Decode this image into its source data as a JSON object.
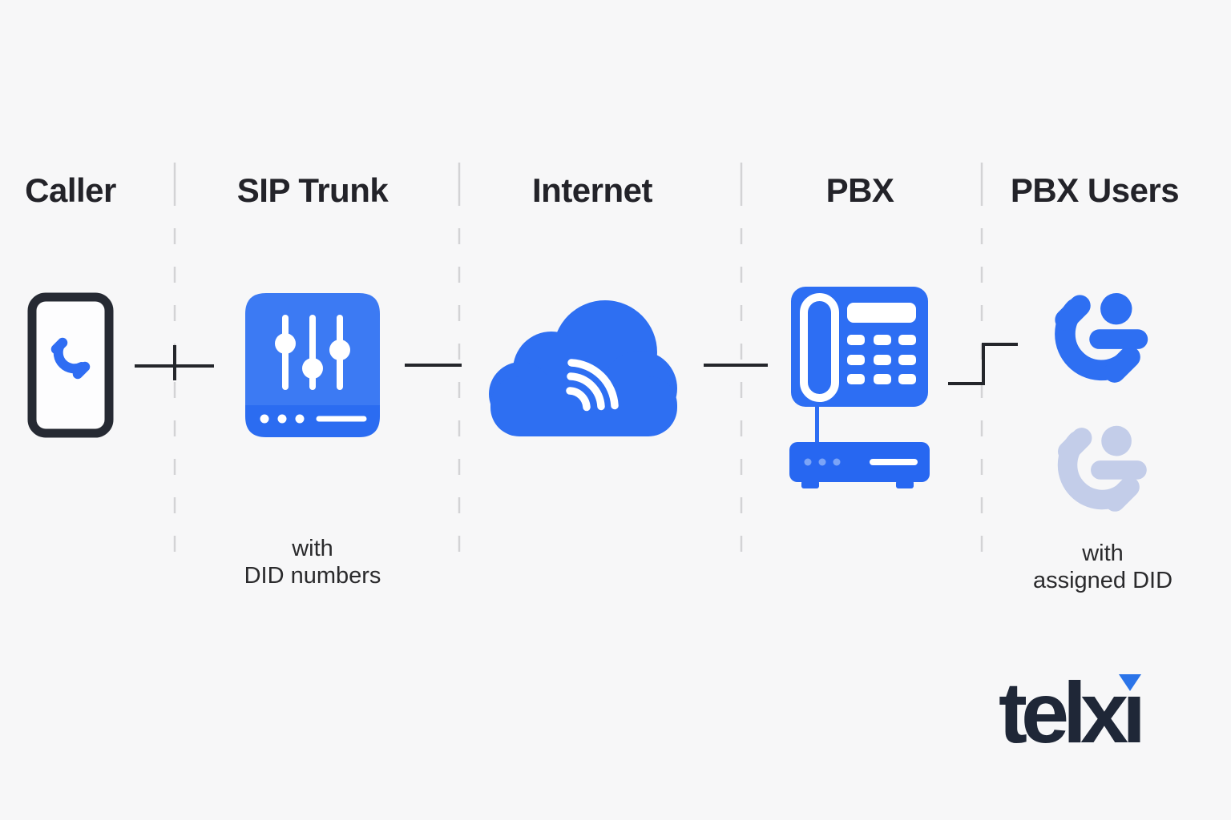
{
  "diagram": {
    "columns": [
      {
        "label": "Caller",
        "icon": "smartphone-call-icon"
      },
      {
        "label": "SIP Trunk",
        "icon": "sip-trunk-sliders-icon",
        "caption_line1": "with",
        "caption_line2": "DID numbers"
      },
      {
        "label": "Internet",
        "icon": "cloud-wifi-icon"
      },
      {
        "label": "PBX",
        "icon": "pbx-desk-phone-router-icon"
      },
      {
        "label": "PBX Users",
        "icon": "phone-user-icon",
        "caption_line1": "with",
        "caption_line2": "assigned DID"
      }
    ],
    "connectors": [
      "caller-to-sip-trunk",
      "sip-trunk-to-internet",
      "internet-to-pbx",
      "pbx-to-pbx-users-step"
    ]
  },
  "logo": {
    "text": "telxi"
  },
  "colors": {
    "background": "#f7f7f8",
    "primary_blue": "#2e6ff2",
    "sip_body_blue": "#3c7af3",
    "sip_strip_blue": "#2b6cf1",
    "pbx_blue": "#2d6ef3",
    "router_blue": "#2767f1",
    "router_dot_blue": "#7ba4f7",
    "inactive_user_blue": "#c3cde9",
    "connector_dark": "#24262b",
    "divider_gray": "#d3d3d5",
    "header_text": "#232329",
    "logo_navy": "#1f2737",
    "logo_triangle_blue": "#2b74e9"
  }
}
